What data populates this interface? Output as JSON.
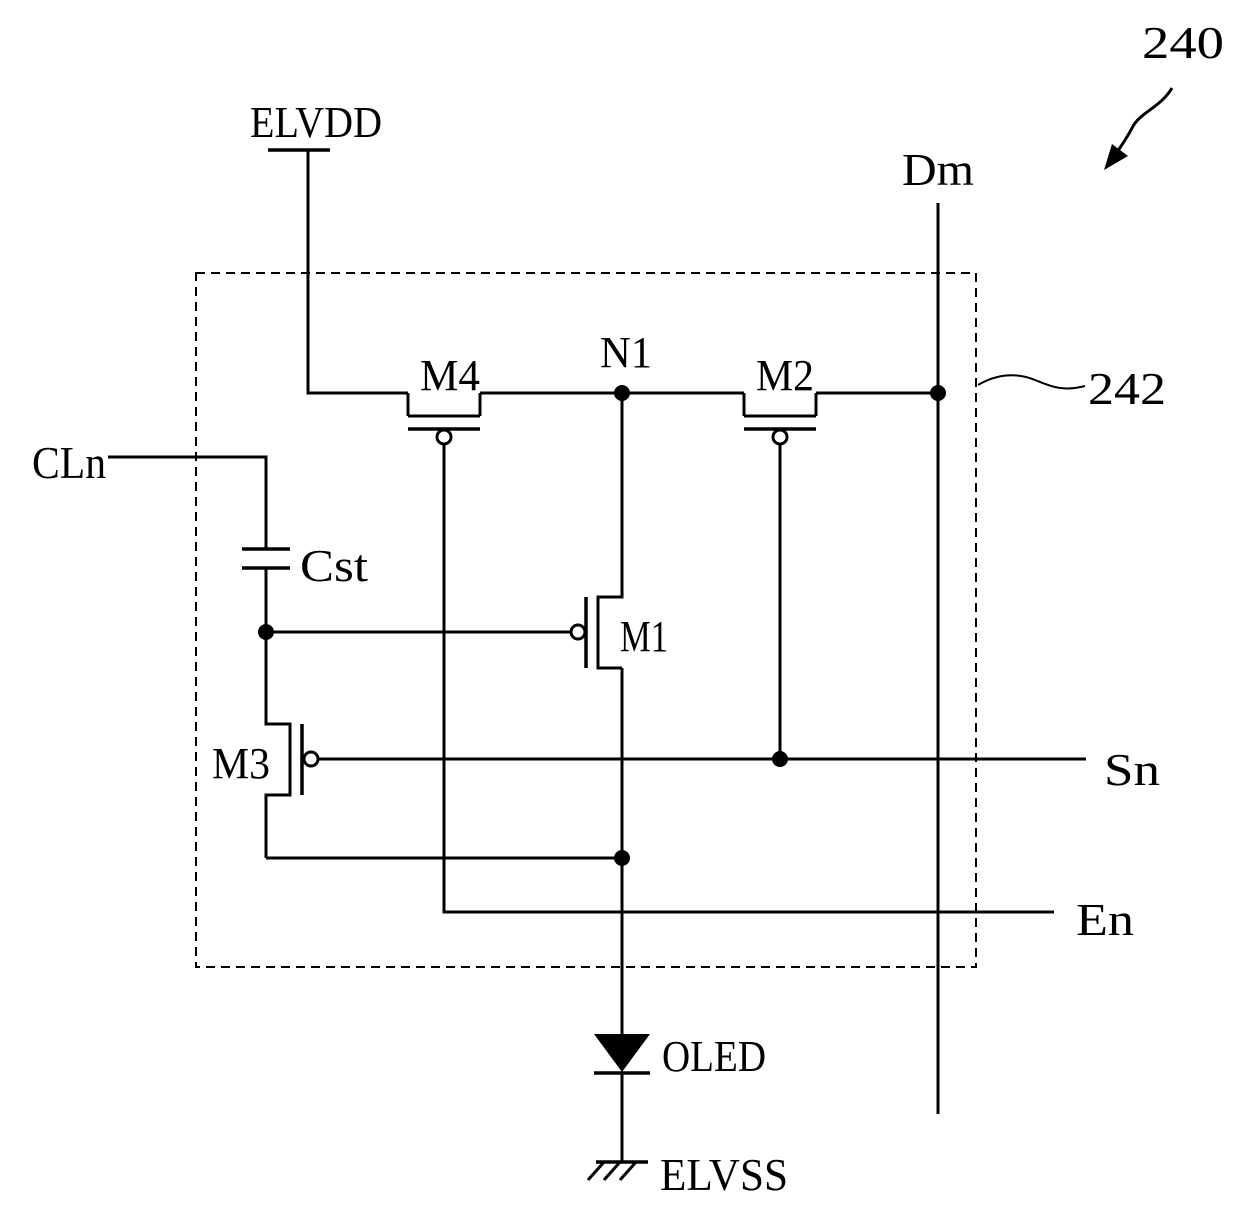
{
  "labels": {
    "figure_ref": "240",
    "circuit_ref": "242",
    "elvdd": "ELVDD",
    "elvss": "ELVSS",
    "data_line": "Dm",
    "control_line": "CLn",
    "scan_line": "Sn",
    "emission_line": "En",
    "node_n1": "N1",
    "capacitor": "Cst",
    "transistor_m1": "M1",
    "transistor_m2": "M2",
    "transistor_m3": "M3",
    "transistor_m4": "M4",
    "oled": "OLED"
  }
}
